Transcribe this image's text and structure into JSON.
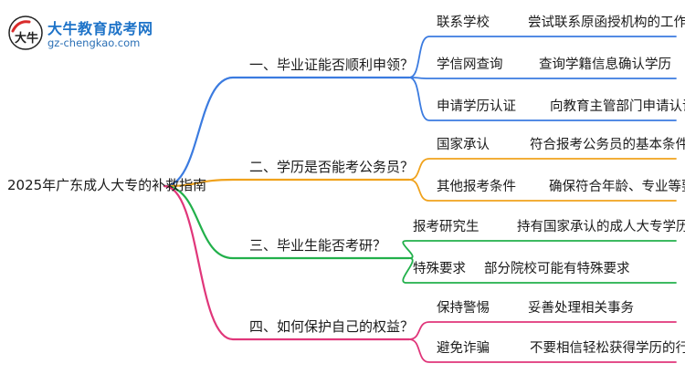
{
  "logo": {
    "title": "大牛教育成考网",
    "url": "gz-chengkao.com",
    "mark": "大牛"
  },
  "root": "2025年广东成人大专的补救指南",
  "colors": {
    "branch1": "#3b7be0",
    "branch2": "#f0a21c",
    "branch3": "#22b04b",
    "branch4": "#e0367a"
  },
  "branches": [
    {
      "label": "一、毕业证能否顺利申领？",
      "leaves": [
        {
          "label": "联系学校",
          "detail": "尝试联系原函授机构的工作人员"
        },
        {
          "label": "学信网查询",
          "detail": "查询学籍信息确认学历"
        },
        {
          "label": "申请学历认证",
          "detail": "向教育主管部门申请认证"
        }
      ]
    },
    {
      "label": "二、学历是否能考公务员？",
      "leaves": [
        {
          "label": "国家承认",
          "detail": "符合报考公务员的基本条件"
        },
        {
          "label": "其他报考条件",
          "detail": "确保符合年龄、专业等要求"
        }
      ]
    },
    {
      "label": "三、毕业生能否考研？",
      "leaves": [
        {
          "label": "报考研究生",
          "detail": "持有国家承认的成人大专学历"
        },
        {
          "label": "特殊要求",
          "detail": "部分院校可能有特殊要求"
        }
      ]
    },
    {
      "label": "四、如何保护自己的权益？",
      "leaves": [
        {
          "label": "保持警惕",
          "detail": "妥善处理相关事务"
        },
        {
          "label": "避免诈骗",
          "detail": "不要相信轻松获得学历的行为"
        }
      ]
    }
  ]
}
